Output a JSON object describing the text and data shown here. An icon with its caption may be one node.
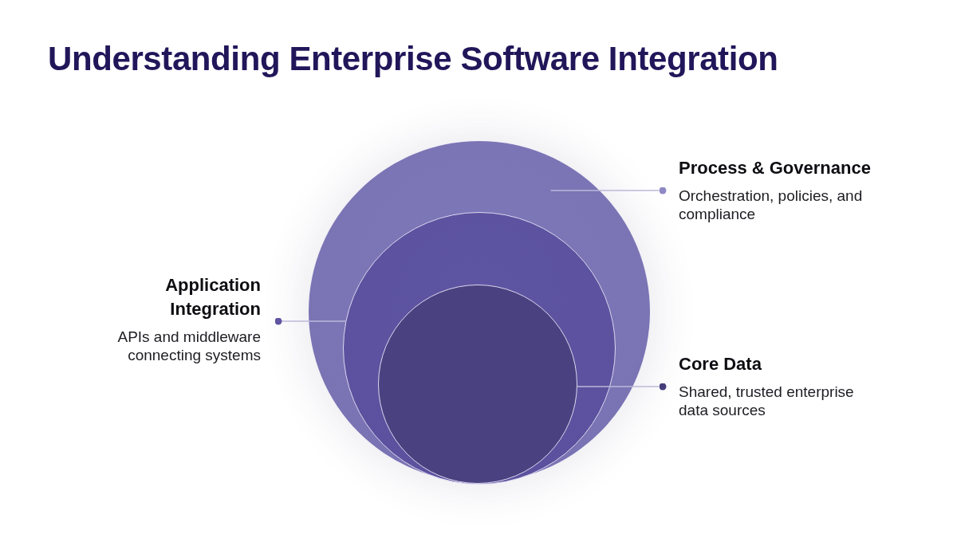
{
  "diagram": {
    "title": "Understanding Enterprise Software Integration",
    "nodes": [
      {
        "text": [
          "Process & Governance",
          "Orchestration, policies, and compliance"
        ]
      },
      {
        "text": [
          "Application Integration",
          "APIs and middleware connecting systems"
        ]
      },
      {
        "text": [
          "Core Data",
          "Shared, trusted enterprise data sources"
        ]
      },
      {
        "text": [],
        "shape": "circle"
      },
      {
        "text": [],
        "shape": "circle",
        "in": 3
      },
      {
        "text": [],
        "shape": "circle",
        "in": 4
      }
    ],
    "edges": [
      {
        "from": 0,
        "to": 3,
        "arrow": "other"
      },
      {
        "from": 1,
        "to": 4,
        "arrow": "other"
      },
      {
        "from": 2,
        "to": 5,
        "arrow": "other"
      }
    ]
  }
}
